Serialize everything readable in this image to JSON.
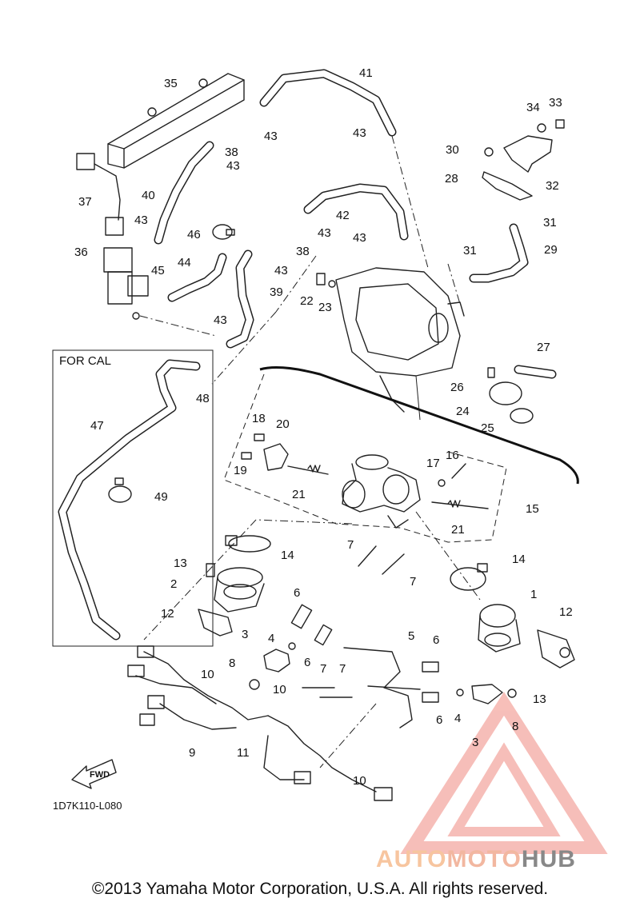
{
  "diagram": {
    "code": "1D7K110-L080",
    "copyright": "©2013 Yamaha Motor Corporation, U.S.A. All rights reserved.",
    "inset_label": "FOR CAL",
    "fwd_label": "FWD"
  },
  "callouts": {
    "c1": "1",
    "c2": "2",
    "c3a": "3",
    "c3b": "3",
    "c4a": "4",
    "c4b": "4",
    "c5": "5",
    "c6a": "6",
    "c6b": "6",
    "c6c": "6",
    "c6d": "6",
    "c7a": "7",
    "c7b": "7",
    "c7c": "7",
    "c7d": "7",
    "c8a": "8",
    "c8b": "8",
    "c9": "9",
    "c10a": "10",
    "c10b": "10",
    "c10c": "10",
    "c11": "11",
    "c12a": "12",
    "c12b": "12",
    "c13a": "13",
    "c13b": "13",
    "c14a": "14",
    "c14b": "14",
    "c15": "15",
    "c16": "16",
    "c17": "17",
    "c18": "18",
    "c19": "19",
    "c20": "20",
    "c21a": "21",
    "c21b": "21",
    "c22": "22",
    "c23": "23",
    "c24": "24",
    "c25": "25",
    "c26": "26",
    "c27": "27",
    "c28": "28",
    "c29": "29",
    "c30": "30",
    "c31a": "31",
    "c31b": "31",
    "c32": "32",
    "c33": "33",
    "c34": "34",
    "c35": "35",
    "c36": "36",
    "c37": "37",
    "c38a": "38",
    "c38b": "38",
    "c39": "39",
    "c40": "40",
    "c41": "41",
    "c42": "42",
    "c43a": "43",
    "c43b": "43",
    "c43c": "43",
    "c43d": "43",
    "c43e": "43",
    "c43f": "43",
    "c43g": "43",
    "c43h": "43",
    "c44": "44",
    "c45": "45",
    "c46": "46",
    "c47": "47",
    "c48": "48",
    "c49": "49"
  },
  "watermark": {
    "part1": "AUTO",
    "part2": "MOTO",
    "part3": "HUB",
    "color_logo": "#f08a80"
  }
}
